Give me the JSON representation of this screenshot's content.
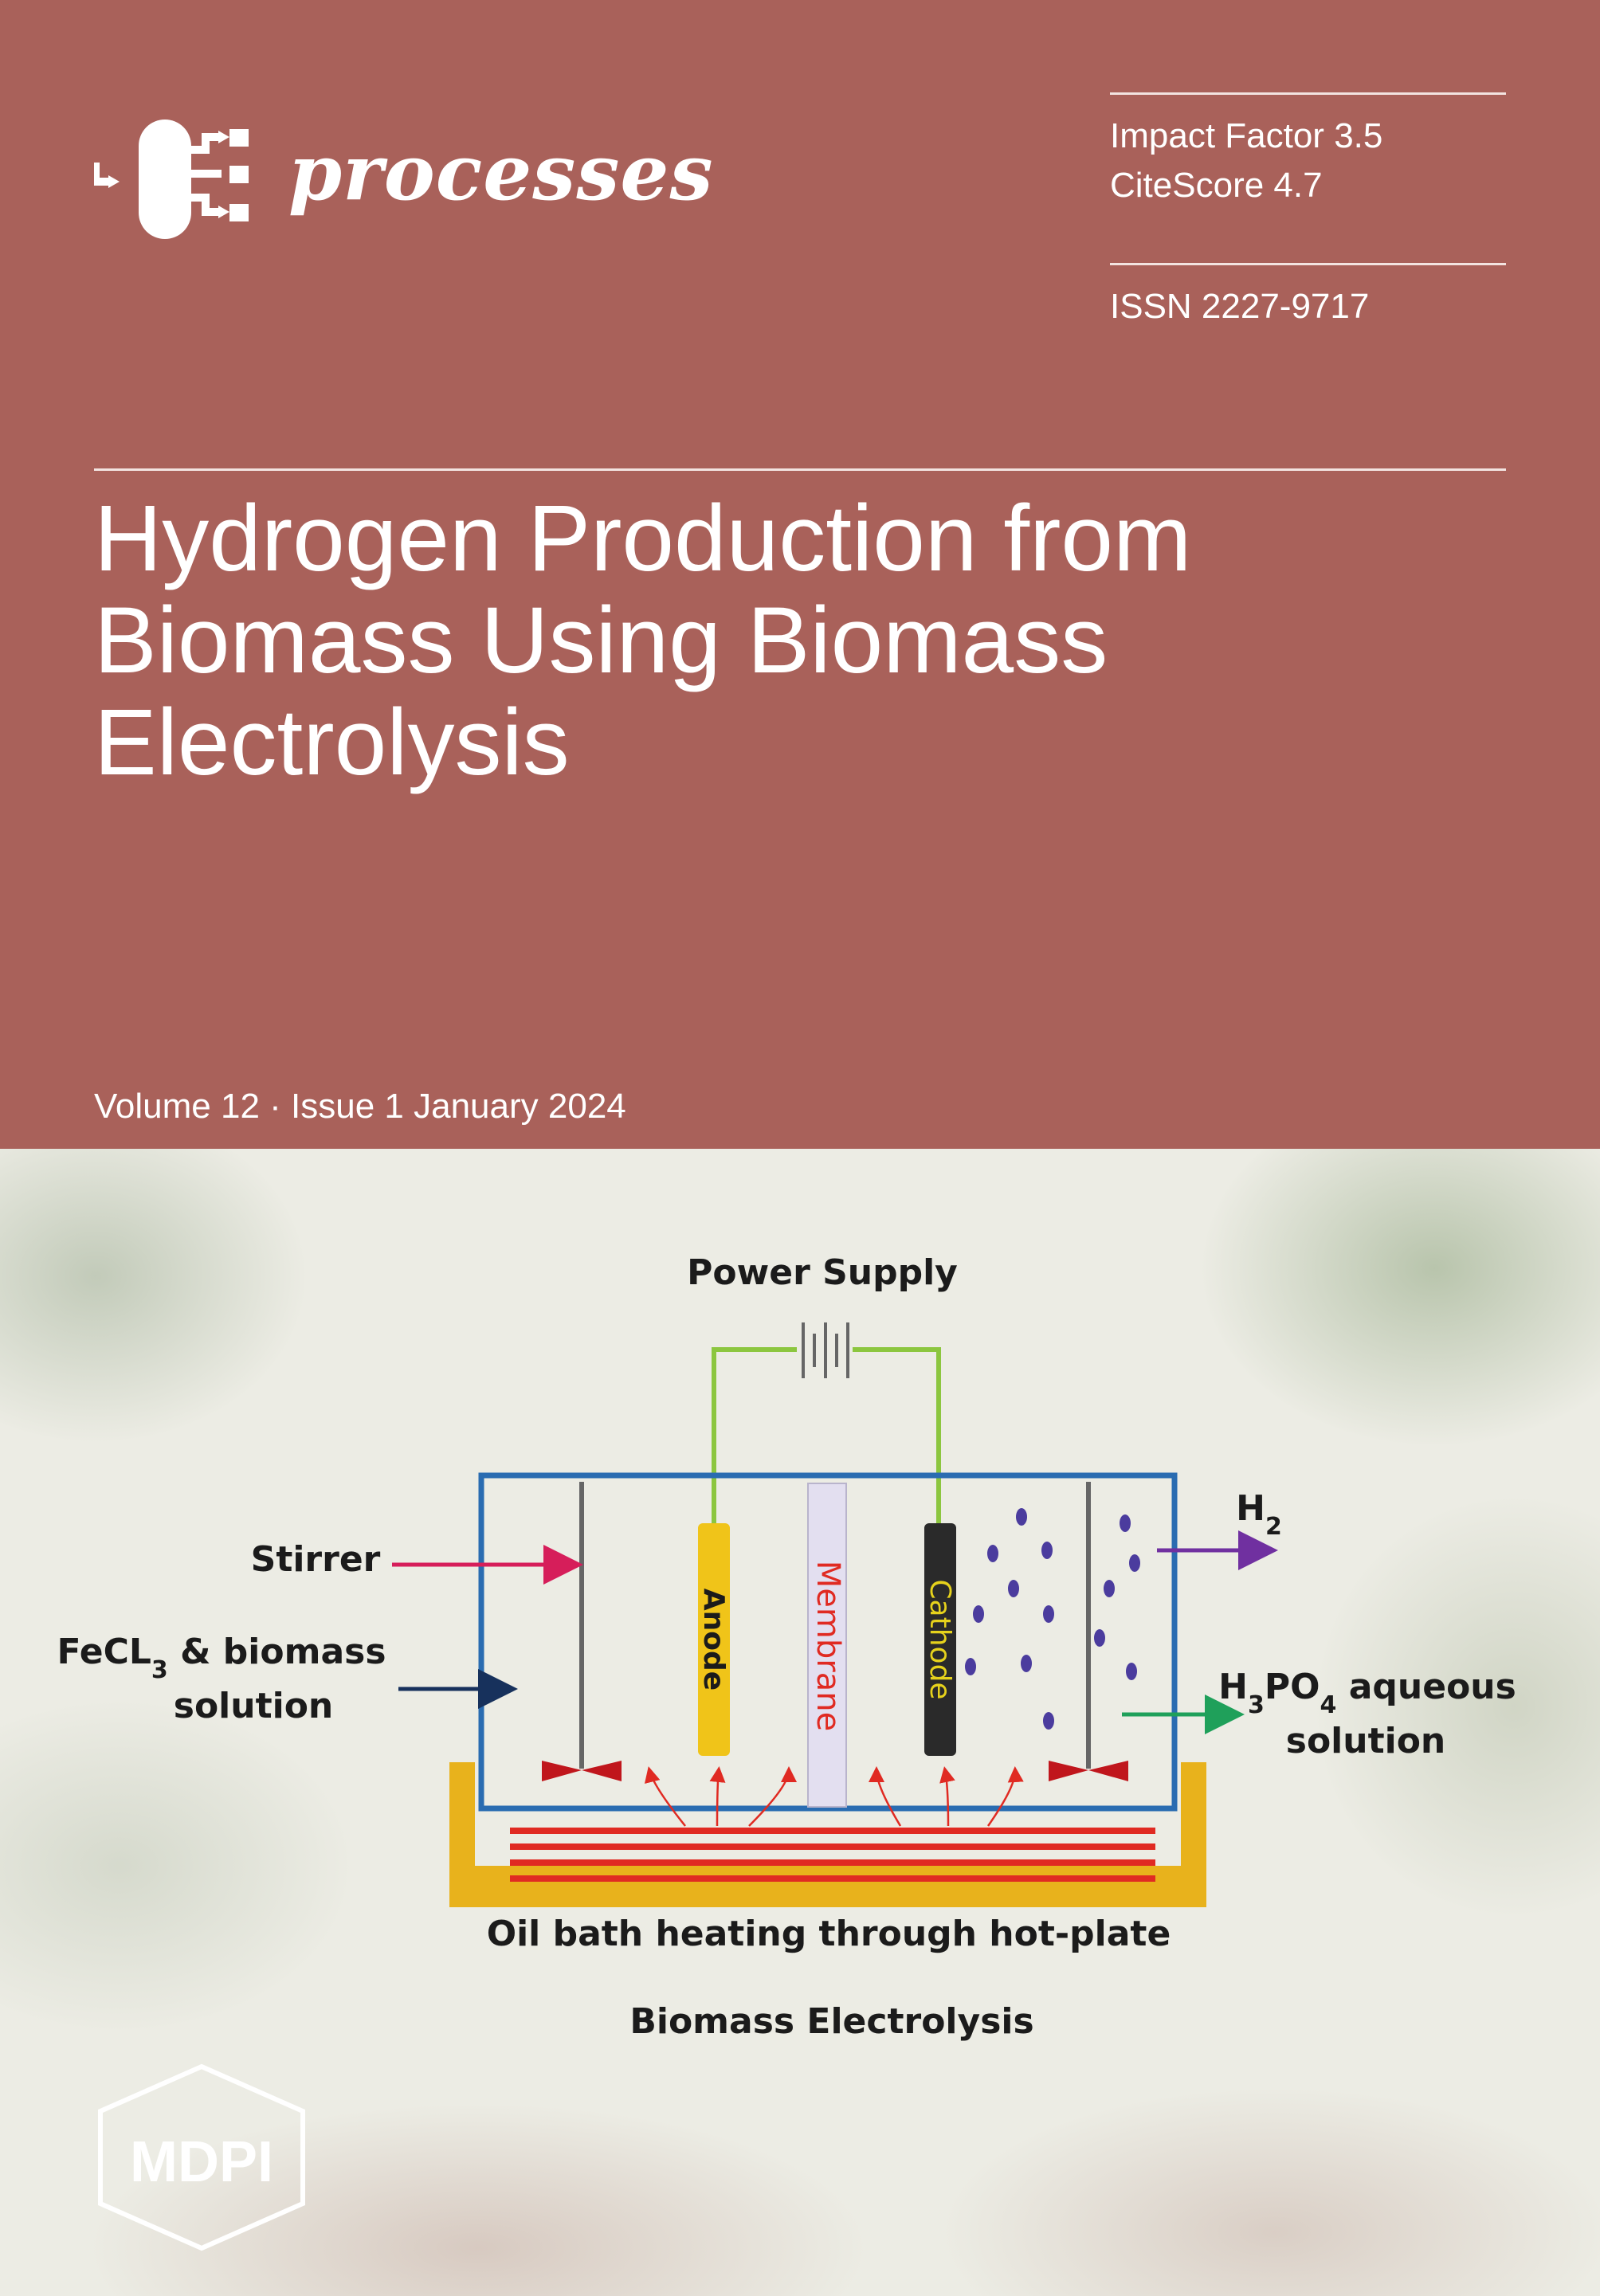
{
  "journal": {
    "name": "processes",
    "logo_icon": "process-flow-icon"
  },
  "metrics": {
    "impact_factor": "Impact Factor 3.5",
    "citescore": "CiteScore 4.7",
    "issn": "ISSN 2227-9717"
  },
  "title_lines": [
    "Hydrogen Production from",
    "Biomass Using Biomass",
    "Electrolysis"
  ],
  "issue": "Volume 12 · Issue 1 January 2024",
  "figure": {
    "power_supply": "Power Supply",
    "anode": "Anode",
    "membrane": "Membrane",
    "cathode": "Cathode",
    "stirrer": "Stirrer",
    "fecl3_main": "FeCL",
    "fecl3_sub": "3",
    "fecl3_rest": " & biomass",
    "fecl3_line2": "solution",
    "h2_main": "H",
    "h2_sub": "2",
    "h3po4_h": "H",
    "h3po4_sub3": "3",
    "h3po4_po": "PO",
    "h3po4_sub4": "4",
    "h3po4_rest": " aqueous",
    "h3po4_line2": "solution",
    "oil_bath": "Oil bath heating through hot-plate",
    "caption": "Biomass Electrolysis"
  },
  "publisher": "MDPI",
  "colors": {
    "band": "#a9615a",
    "tank": "#2a6cb1",
    "wire": "#8cc63f",
    "anode": "#f0c419",
    "cathode": "#2a2a2a",
    "heater": "#e02a22",
    "bath": "#e8b21c",
    "stirrer_arrow": "#d61e5a",
    "solution_arrow": "#17315c",
    "h2_arrow": "#7030a0",
    "h3po4_arrow": "#1fa05a",
    "bubbles": "#4b3c9e"
  }
}
